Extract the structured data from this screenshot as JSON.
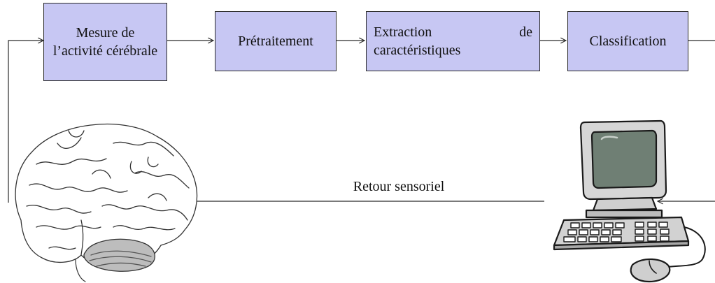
{
  "diagram": {
    "boxes": [
      {
        "id": "mesure",
        "label": "Mesure de l’activité cérébrale"
      },
      {
        "id": "pretraitement",
        "label": "Prétraitement"
      },
      {
        "id": "extraction",
        "label": "Extraction de caractéristiques"
      },
      {
        "id": "classification",
        "label": "Classification"
      }
    ],
    "feedback_label": "Retour sensoriel",
    "colors": {
      "box_fill": "#c7c7f3",
      "stroke": "#2a2a2a",
      "screen": "#6f7f74",
      "keyboard": "#d2d2d2"
    },
    "icons": [
      "brain-icon",
      "computer-icon"
    ]
  }
}
